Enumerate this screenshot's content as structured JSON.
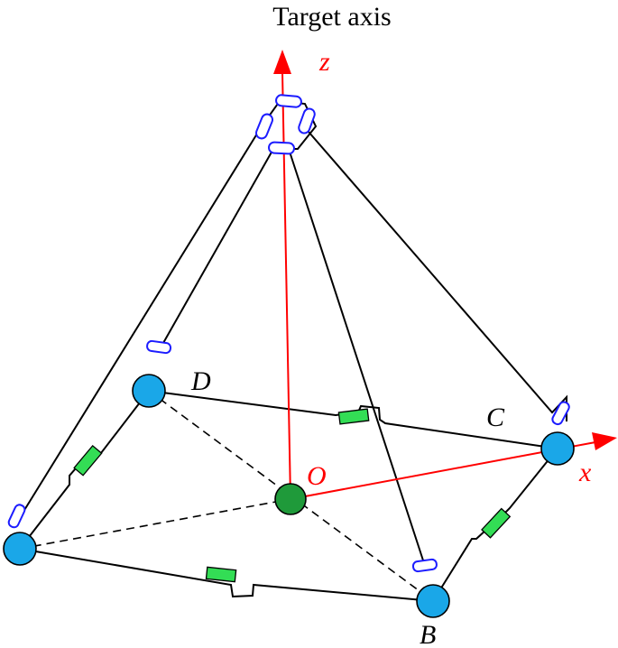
{
  "title": "Target axis",
  "axes": {
    "z_label": "z",
    "x_label": "x"
  },
  "points": {
    "origin": "O",
    "B": "B",
    "C": "C",
    "D": "D"
  },
  "colors": {
    "axis": "#ff0000",
    "node": "#1aa7e8",
    "origin_node": "#1f9a3a",
    "actuator": "#33dd55",
    "roller": "#1c1cff",
    "edge": "#000000"
  }
}
